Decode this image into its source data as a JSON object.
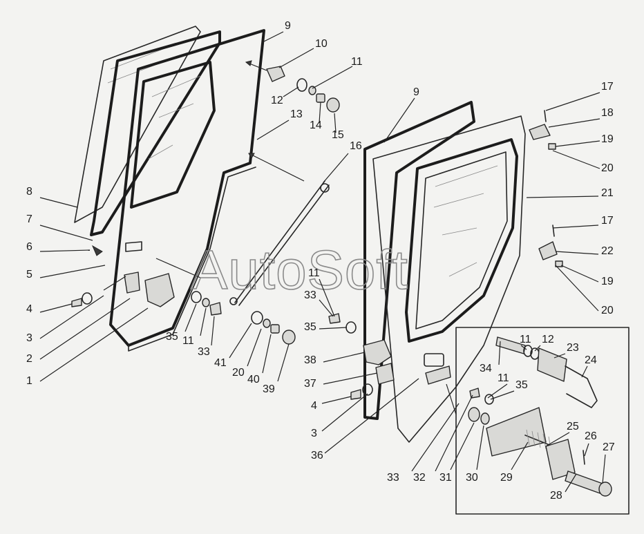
{
  "watermark": "AutoSoft",
  "callouts": [
    {
      "text": "9"
    },
    {
      "text": "10"
    },
    {
      "text": "11"
    },
    {
      "text": "12"
    },
    {
      "text": "13"
    },
    {
      "text": "14"
    },
    {
      "text": "15"
    },
    {
      "text": "16"
    },
    {
      "text": "8"
    },
    {
      "text": "7"
    },
    {
      "text": "6"
    },
    {
      "text": "5"
    },
    {
      "text": "4"
    },
    {
      "text": "3"
    },
    {
      "text": "2"
    },
    {
      "text": "1"
    },
    {
      "text": "35"
    },
    {
      "text": "11"
    },
    {
      "text": "33"
    },
    {
      "text": "41"
    },
    {
      "text": "20"
    },
    {
      "text": "40"
    },
    {
      "text": "39"
    },
    {
      "text": "9"
    },
    {
      "text": "17"
    },
    {
      "text": "18"
    },
    {
      "text": "19"
    },
    {
      "text": "20"
    },
    {
      "text": "21"
    },
    {
      "text": "17"
    },
    {
      "text": "22"
    },
    {
      "text": "19"
    },
    {
      "text": "20"
    },
    {
      "text": "11"
    },
    {
      "text": "33"
    },
    {
      "text": "35"
    },
    {
      "text": "38"
    },
    {
      "text": "37"
    },
    {
      "text": "4"
    },
    {
      "text": "3"
    },
    {
      "text": "36"
    },
    {
      "text": "11"
    },
    {
      "text": "12"
    },
    {
      "text": "23"
    },
    {
      "text": "34"
    },
    {
      "text": "24"
    },
    {
      "text": "11"
    },
    {
      "text": "35"
    },
    {
      "text": "25"
    },
    {
      "text": "26"
    },
    {
      "text": "27"
    },
    {
      "text": "33"
    },
    {
      "text": "32"
    },
    {
      "text": "31"
    },
    {
      "text": "30"
    },
    {
      "text": "29"
    },
    {
      "text": "28"
    }
  ]
}
